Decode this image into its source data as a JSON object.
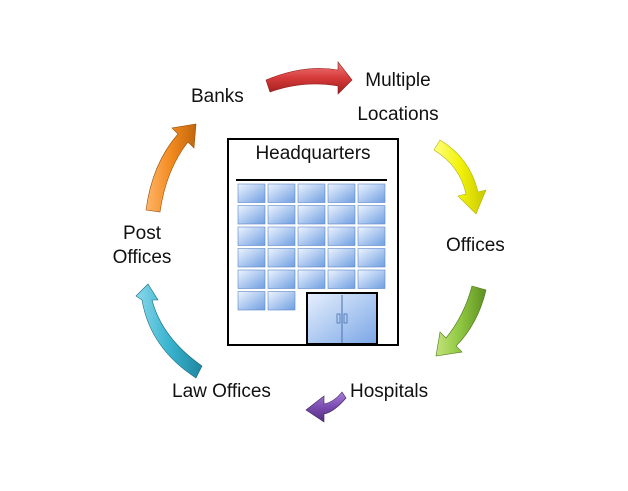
{
  "diagram": {
    "center": {
      "title": "Headquarters"
    },
    "nodes": [
      {
        "id": "banks",
        "lines": [
          "Banks"
        ]
      },
      {
        "id": "multiple-locations",
        "lines": [
          "Multiple",
          "Locations"
        ]
      },
      {
        "id": "offices",
        "lines": [
          "Offices"
        ]
      },
      {
        "id": "hospitals",
        "lines": [
          "Hospitals"
        ]
      },
      {
        "id": "law-offices",
        "lines": [
          "Law Offices"
        ]
      },
      {
        "id": "post-offices",
        "lines": [
          "Post",
          "Offices"
        ]
      }
    ],
    "arrow_colors": {
      "red": "#d63a3a",
      "yellow": "#f2f20a",
      "green": "#8dc63f",
      "purple": "#7a4bb0",
      "teal": "#3ab4d0",
      "orange": "#f28a1f"
    },
    "building_colors": {
      "window_light": "#e6f0fd",
      "window_dark": "#6f9fe2",
      "frame": "#000000"
    }
  }
}
